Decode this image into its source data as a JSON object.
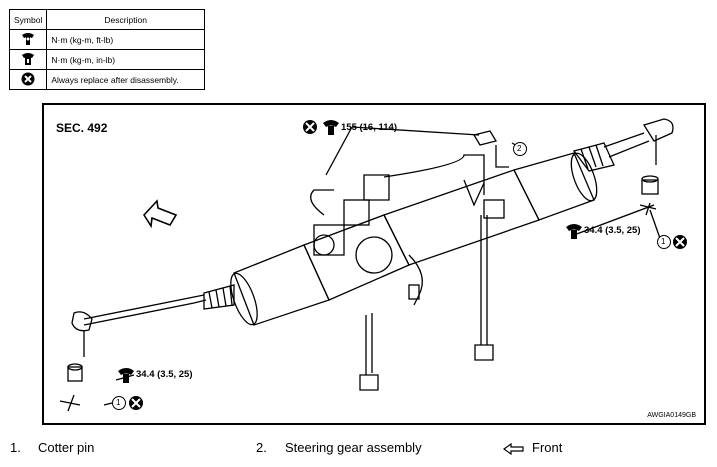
{
  "legend": {
    "header_symbol": "Symbol",
    "header_description": "Description",
    "rows": [
      {
        "icon": "torque-wrench-icon",
        "text": "N·m (kg-m, ft-lb)"
      },
      {
        "icon": "torque-wrench-small-icon",
        "text": "N·m (kg-m, in-lb)"
      },
      {
        "icon": "always-replace-icon",
        "text": "Always replace after disassembly."
      }
    ]
  },
  "diagram": {
    "section": "SEC. 492",
    "torque_top": "155 (16, 114)",
    "torque_right": "34.4 (3.5, 25)",
    "torque_left": "34.4 (3.5, 25)",
    "callout_1": "1",
    "callout_2": "2",
    "drawing_code": "AWGIA0149GB"
  },
  "footer": {
    "item1_num": "1.",
    "item1_label": "Cotter pin",
    "item2_num": "2.",
    "item2_label": "Steering gear assembly",
    "front_label": "Front"
  }
}
